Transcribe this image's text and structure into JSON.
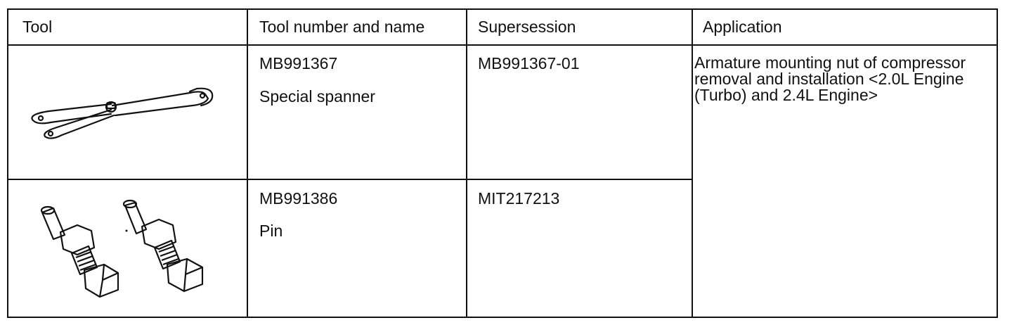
{
  "headers": {
    "tool": "Tool",
    "number_name": "Tool number and name",
    "supersession": "Supersession",
    "application": "Application"
  },
  "rows": [
    {
      "tool_icon": "special-spanner-icon",
      "number": "MB991367",
      "name": "Special spanner",
      "supersession": "MB991367-01"
    },
    {
      "tool_icon": "pin-icon",
      "number": "MB991386",
      "name": "Pin",
      "supersession": "MIT217213"
    }
  ],
  "application": "Armature mounting nut of compressor removal and installation <2.0L Engine (Turbo) and 2.4L Engine>",
  "colors": {
    "line": "#111111",
    "background": "#ffffff"
  }
}
